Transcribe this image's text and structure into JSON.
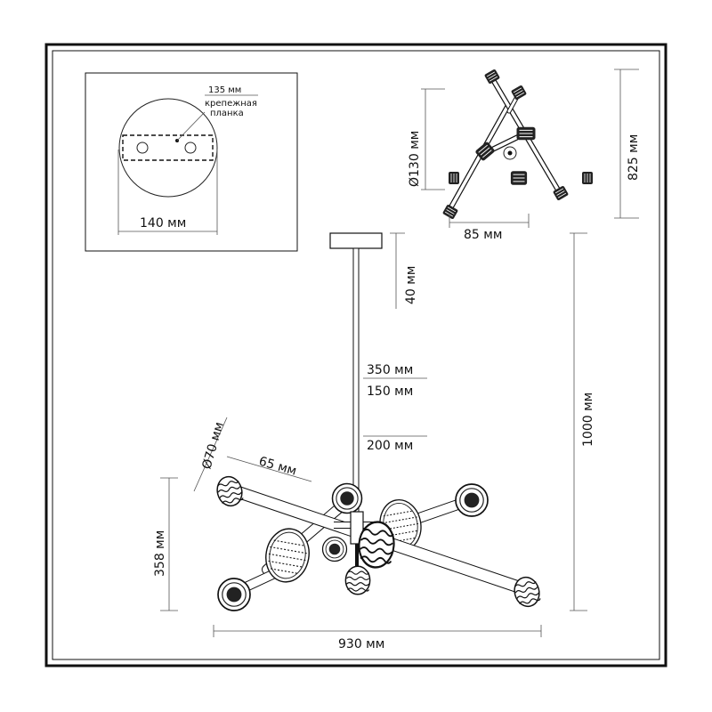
{
  "labels": {
    "bracket_length": "135 мм",
    "bracket_name_1": "крепежная",
    "bracket_name_2": "планка",
    "canopy_width": "140 мм",
    "shade_diameter_top": "Ø130 мм",
    "arm_offset": "85 мм",
    "top_view_span": "825 мм",
    "canopy_height": "40 мм",
    "rod_segment_1": "350 мм",
    "rod_segment_2": "150 мм",
    "rod_segment_3": "200 мм",
    "overall_height": "1000 мм",
    "shade_diameter": "Ø70 мм",
    "shade_depth": "65 мм",
    "body_height": "358 мм",
    "overall_width": "930 мм"
  },
  "colors": {
    "line": "#111111",
    "dimension": "#555555",
    "background": "#ffffff"
  }
}
